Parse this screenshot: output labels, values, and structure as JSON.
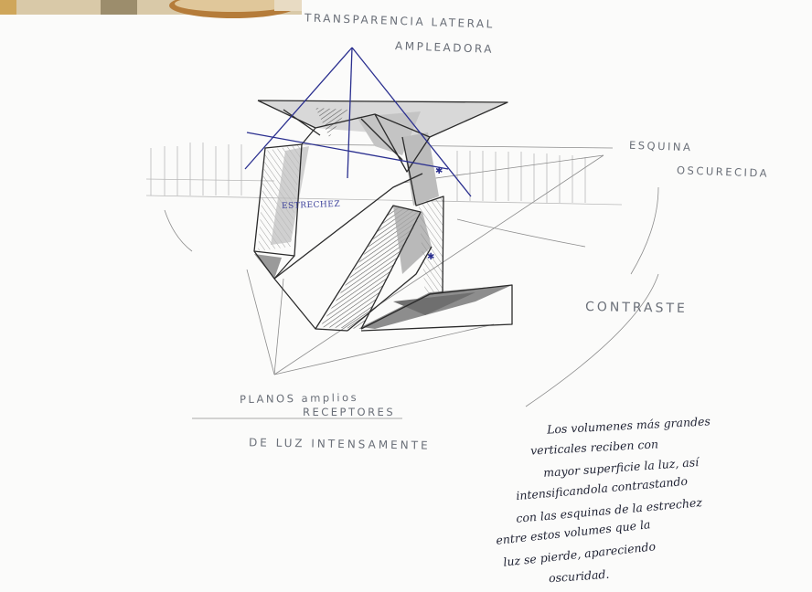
{
  "title": {
    "line1": "TRANSPARENCIA LATERAL",
    "line2": "AMPLEADORA"
  },
  "labels": {
    "esquina_line1": "ESQUINA",
    "esquina_line2": "OSCURECIDA",
    "contraste": "CONTRASTE",
    "planos_line1": "PLANOS amplios",
    "planos_line2": "RECEPTORES",
    "planos_line3": "DE LUZ INTENSAMENTE",
    "estrechez": "ESTRECHEZ"
  },
  "note": {
    "lines": [
      "Los volumenes más grandes",
      "verticales reciben con",
      "mayor superficie la luz, así",
      "intensificandola contrastando",
      "con las esquinas de la estrechez",
      "entre estos volumes que la",
      "luz se pierde, apareciendo",
      "oscuridad."
    ]
  },
  "colors": {
    "paper": "#fbfbfa",
    "pencil": "#2b2b2b",
    "blue_pen": "#2a2f8f",
    "label_grey": "#6a6f78",
    "note_ink": "#1f2233"
  }
}
